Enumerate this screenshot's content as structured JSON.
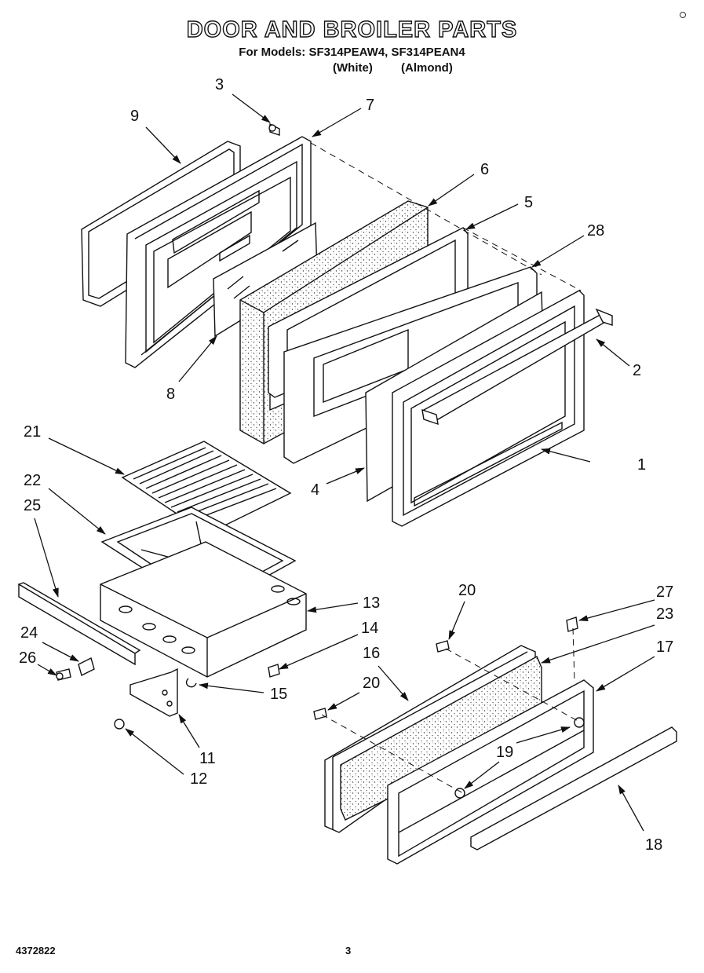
{
  "header": {
    "title": "DOOR AND BROILER PARTS",
    "models_line": "For Models: SF314PEAW4, SF314PEAN4",
    "finish_white": "(White)",
    "finish_almond": "(Almond)"
  },
  "footer": {
    "document_number": "4372822",
    "page_number": "3"
  },
  "callouts": [
    "1",
    "2",
    "3",
    "4",
    "5",
    "6",
    "7",
    "8",
    "9",
    "11",
    "12",
    "13",
    "14",
    "15",
    "16",
    "17",
    "18",
    "19",
    "20",
    "20",
    "21",
    "22",
    "23",
    "24",
    "25",
    "26",
    "27",
    "28"
  ]
}
